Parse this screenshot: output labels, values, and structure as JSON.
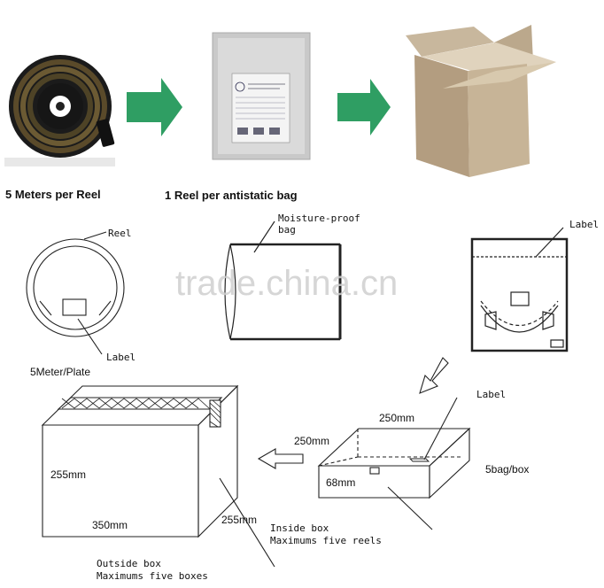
{
  "colors": {
    "arrow_green": "#2f9e63",
    "line": "#222222",
    "box_tan": "#b9a48a",
    "watermark": "#cfcfcf"
  },
  "icons": {
    "top_left": "led-strip-reel-photo",
    "top_middle": "antistatic-bag-photo",
    "top_right": "cardboard-box-photo"
  },
  "captions": {
    "reel": "5 Meters per Reel",
    "bag": "1 Reel per antistatic bag"
  },
  "reel_drawing": {
    "reel_label": "Reel",
    "label_label": "Label",
    "plate_text": "5Meter/Plate"
  },
  "bag_drawing": {
    "line1": "Moisture-proof",
    "line2": "bag"
  },
  "bagged_reel_drawing": {
    "label_label": "Label"
  },
  "inside_box": {
    "label_label": "Label",
    "width": "250mm",
    "depth": "250mm",
    "height": "68mm",
    "count": "5bag/box",
    "note_line1": "Inside box",
    "note_line2": "Maximums five reels"
  },
  "outside_box": {
    "height": "255mm",
    "width": "350mm",
    "depth": "255mm",
    "note_line1": "Outside box",
    "note_line2": "Maximums five boxes"
  },
  "watermark": "trade.china.cn"
}
